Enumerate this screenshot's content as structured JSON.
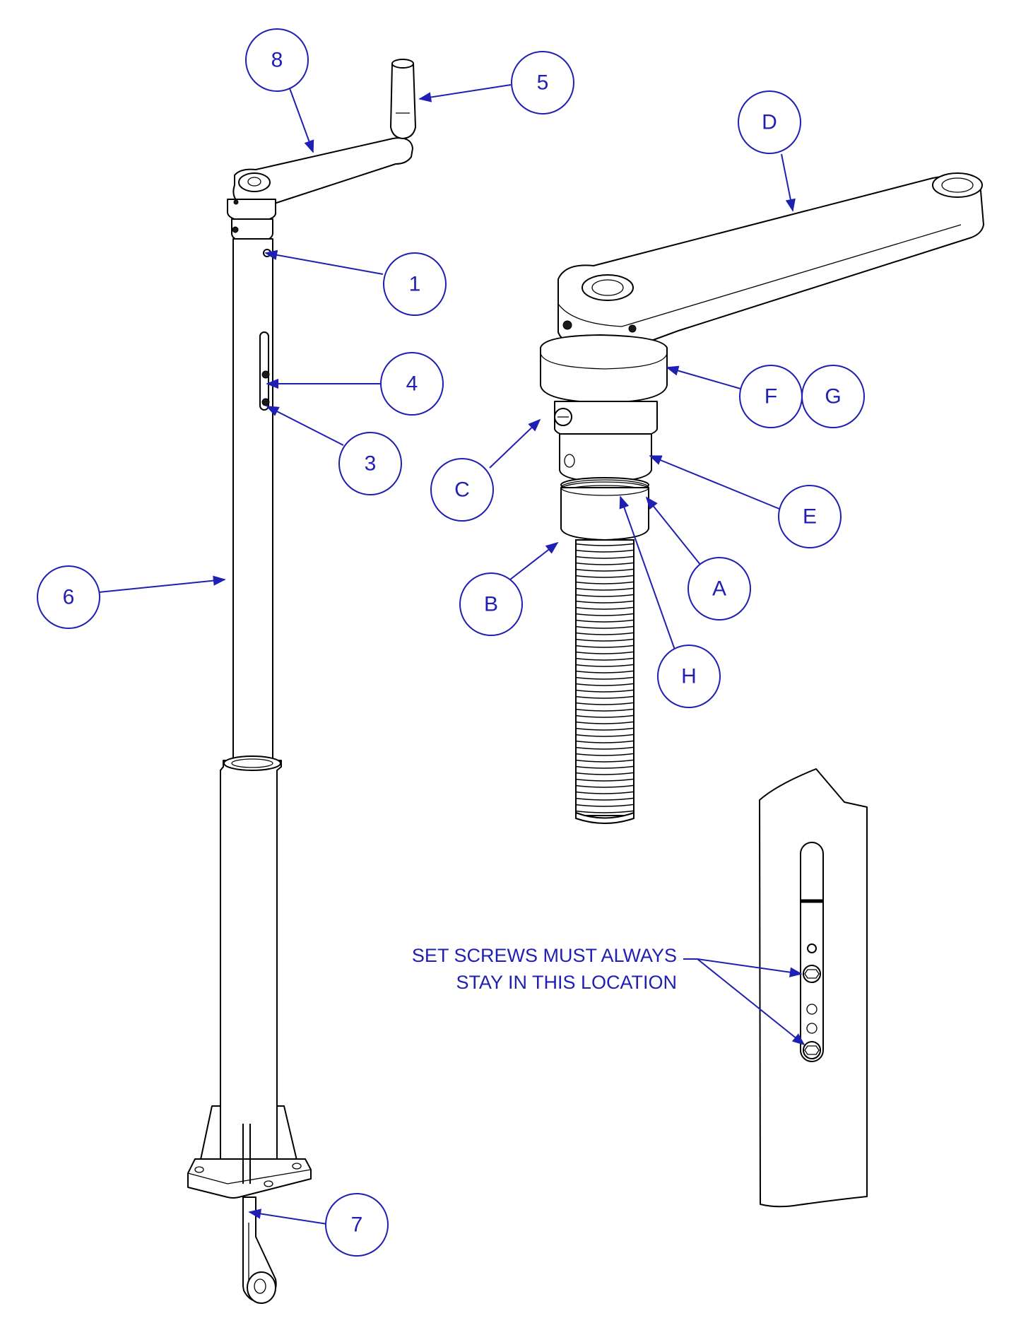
{
  "callouts": {
    "c1": "1",
    "c3": "3",
    "c4": "4",
    "c5": "5",
    "c6": "6",
    "c7": "7",
    "c8": "8",
    "cA": "A",
    "cB": "B",
    "cC": "C",
    "cD": "D",
    "cE": "E",
    "cF": "F",
    "cG": "G",
    "cH": "H"
  },
  "note": {
    "line1": "SET SCREWS MUST ALWAYS",
    "line2": "STAY IN THIS LOCATION"
  },
  "colors": {
    "callout": "#1f1fb4",
    "linework": "#000000",
    "background": "#ffffff"
  }
}
